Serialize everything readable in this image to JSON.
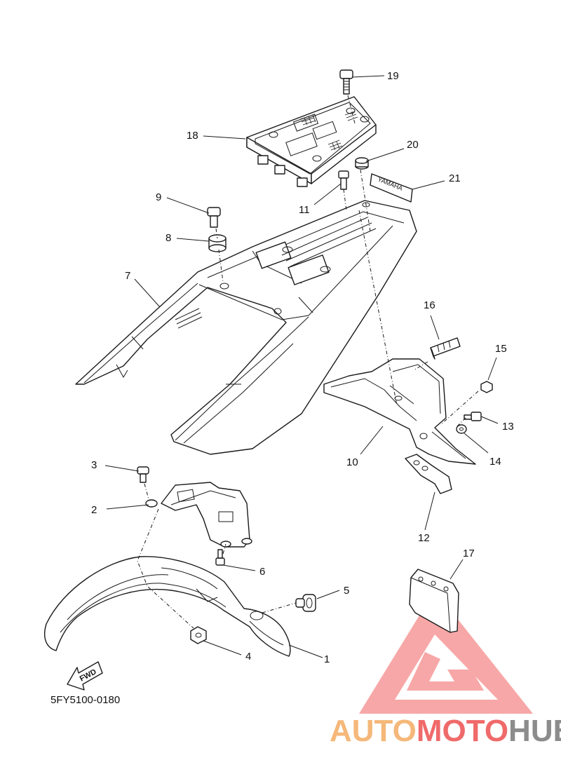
{
  "diagram": {
    "code": "5FY5100-0180",
    "callouts": [
      {
        "id": "c1",
        "label": "1"
      },
      {
        "id": "c2",
        "label": "2"
      },
      {
        "id": "c3",
        "label": "3"
      },
      {
        "id": "c4",
        "label": "4"
      },
      {
        "id": "c5",
        "label": "5"
      },
      {
        "id": "c6",
        "label": "6"
      },
      {
        "id": "c7",
        "label": "7"
      },
      {
        "id": "c8",
        "label": "8"
      },
      {
        "id": "c9",
        "label": "9"
      },
      {
        "id": "c10",
        "label": "10"
      },
      {
        "id": "c11",
        "label": "11"
      },
      {
        "id": "c12",
        "label": "12"
      },
      {
        "id": "c13",
        "label": "13"
      },
      {
        "id": "c14",
        "label": "14"
      },
      {
        "id": "c15",
        "label": "15"
      },
      {
        "id": "c16",
        "label": "16"
      },
      {
        "id": "c17",
        "label": "17"
      },
      {
        "id": "c18",
        "label": "18"
      },
      {
        "id": "c19",
        "label": "19"
      },
      {
        "id": "c20",
        "label": "20"
      },
      {
        "id": "c21",
        "label": "21"
      }
    ],
    "fwd_label": "FWD",
    "decal_text": "YAMAHA"
  },
  "watermark": {
    "part1": "AUTO",
    "part2": "MOTO",
    "part3": "HUB",
    "color_light": "#f5b87a",
    "color_red": "#f06a6a",
    "color_gray": "#8c8c8c",
    "logo_color": "#f58a8a"
  }
}
